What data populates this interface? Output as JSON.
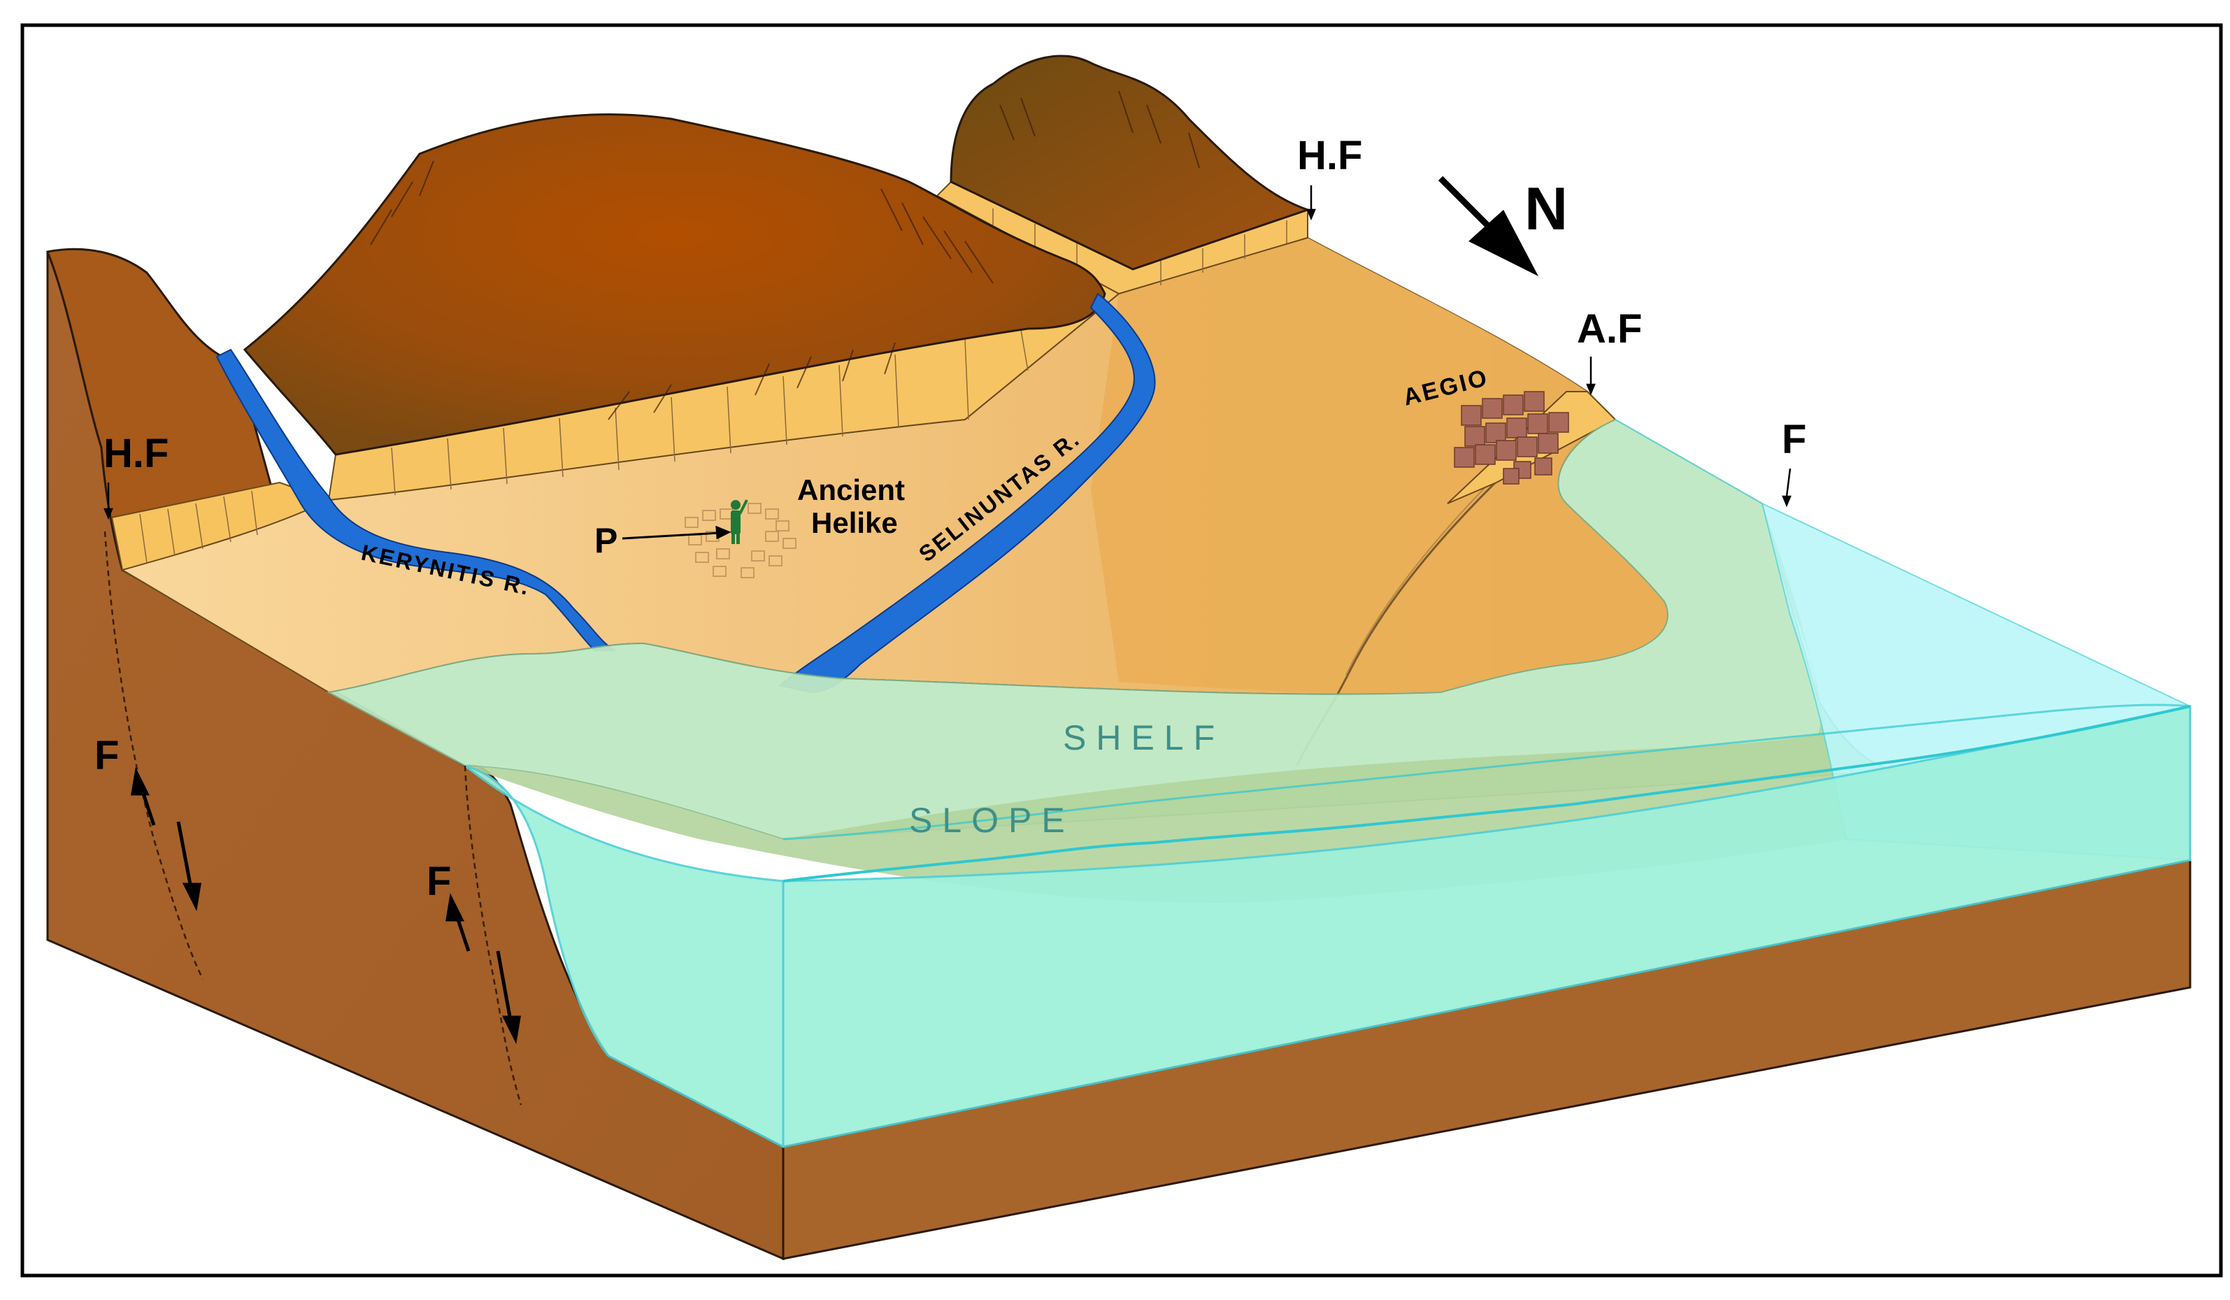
{
  "labels": {
    "hf_left": "H.F",
    "hf_top": "H.F",
    "af": "A.F",
    "f_right": "F",
    "f_left": "F",
    "f_mid": "F",
    "north": "N",
    "aegio": "AEGIO",
    "ancient": "Ancient",
    "helike": "Helike",
    "point": "P",
    "kerynitis": "KERYNITIS R.",
    "selinuntas": "SELINUNTAS R.",
    "shelf": "SHELF",
    "slope": "SLOPE"
  },
  "colors": {
    "earth_side": "#a8652b",
    "plain": "#f2c27c",
    "plain_right": "#e9ae55",
    "scarp": "#f7c463",
    "mountain": "#9a4f10",
    "river": "#1f6fd6",
    "shelf_water": "#bfe8c4",
    "sea_top": "#b8f6f8",
    "sea_front": "#9df0da",
    "settlement": "#a96a5c",
    "figure": "#1f7a3a"
  }
}
